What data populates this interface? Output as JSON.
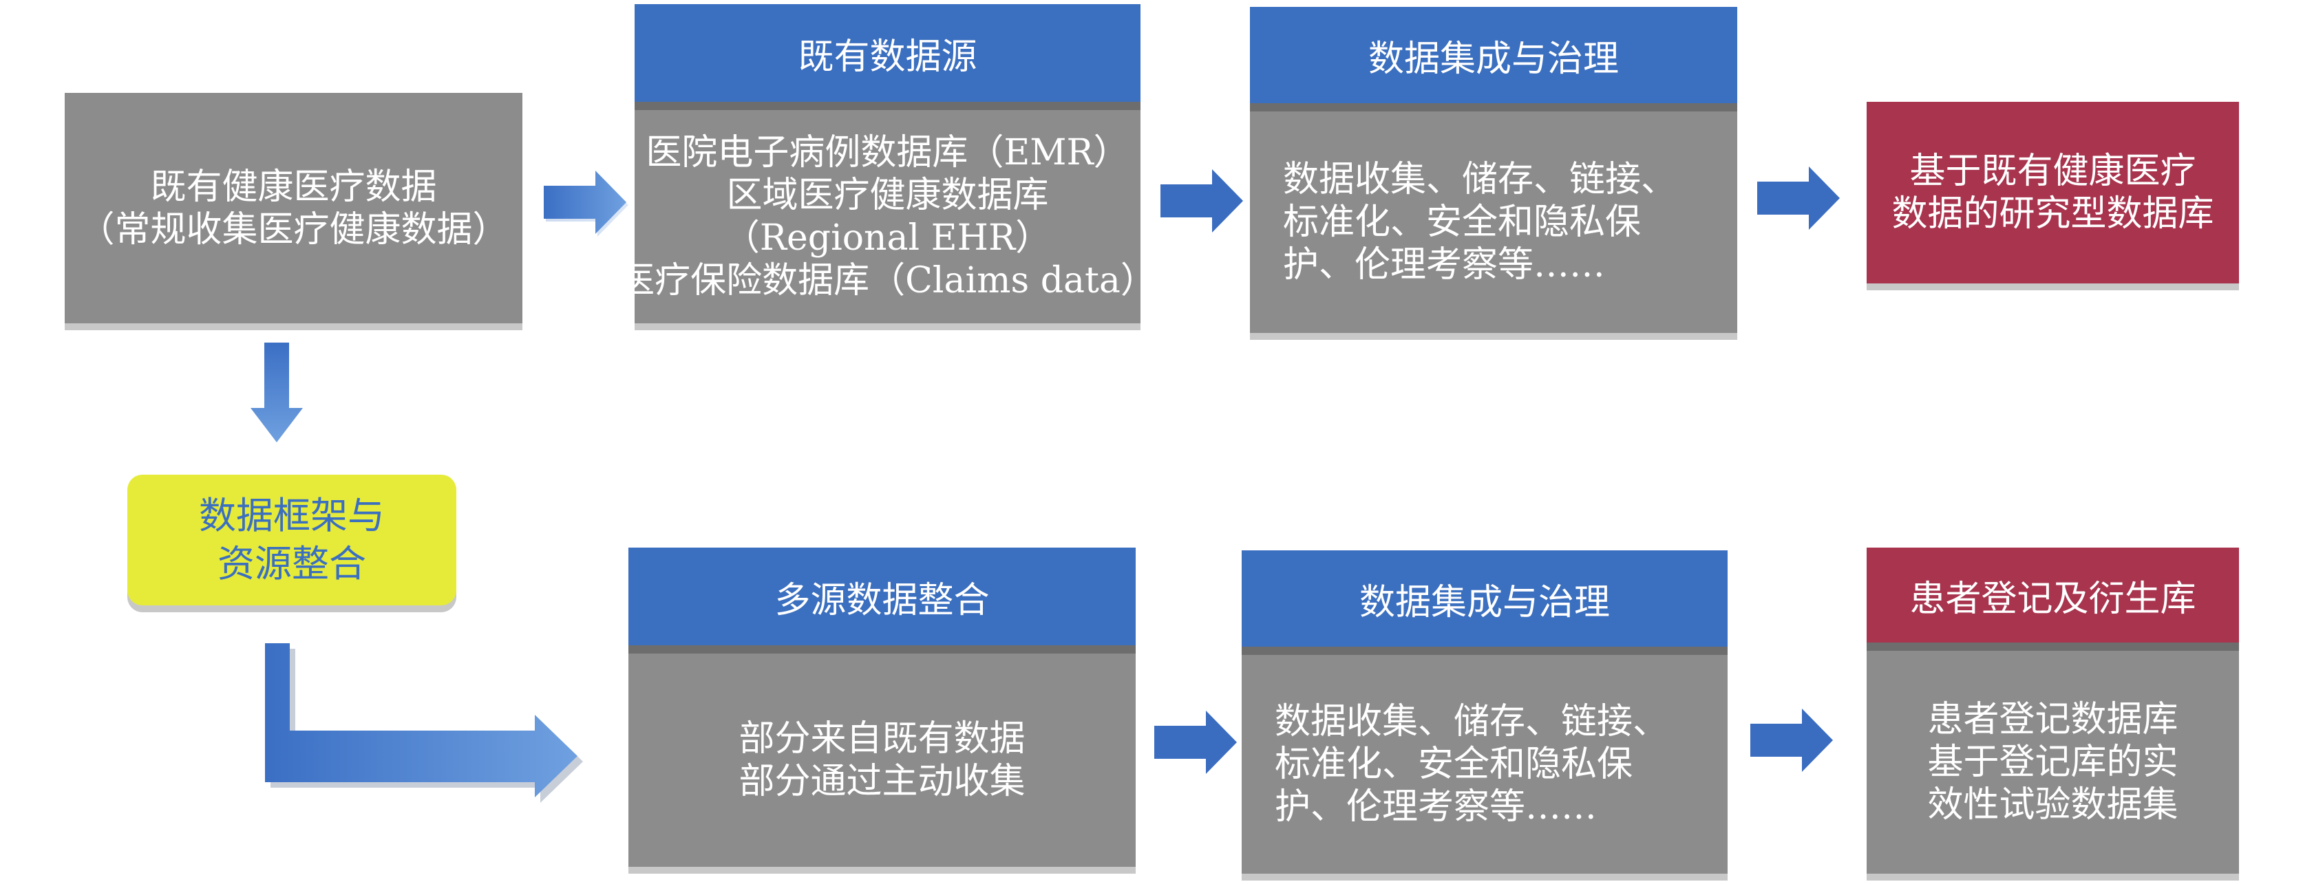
{
  "source_box": {
    "lines": [
      "既有健康医疗数据",
      "（常规收集医疗健康数据）"
    ]
  },
  "framework_box": {
    "lines": [
      "数据框架与",
      "资源整合"
    ]
  },
  "top_row": {
    "existing_sources": {
      "title": "既有数据源",
      "lines": [
        "医院电子病例数据库（EMR）",
        "区域医疗健康数据库",
        "（Regional EHR）",
        "医疗保险数据库（Claims data）"
      ]
    },
    "integration": {
      "title": "数据集成与治理",
      "lines": [
        "数据收集、储存、链接、",
        "标准化、安全和隐私保",
        "护、伦理考察等……"
      ]
    },
    "result": {
      "lines": [
        "基于既有健康医疗",
        "数据的研究型数据库"
      ]
    }
  },
  "bottom_row": {
    "multi_source": {
      "title": "多源数据整合",
      "lines": [
        "部分来自既有数据",
        "部分通过主动收集"
      ]
    },
    "integration": {
      "title": "数据集成与治理",
      "lines": [
        "数据收集、储存、链接、",
        "标准化、安全和隐私保",
        "护、伦理考察等……"
      ]
    },
    "result": {
      "title": "患者登记及衍生库",
      "lines": [
        "患者登记数据库",
        "基于登记库的实",
        "效性试验数据集"
      ]
    }
  },
  "colors": {
    "header_blue": "#3b6fbf",
    "box_gray": "#8c8c8d",
    "result_red": "#a8344e",
    "framework_yellow": "#e6eb3a",
    "framework_text": "#3b6fbf",
    "arrow_blue": "#4a82d0"
  }
}
